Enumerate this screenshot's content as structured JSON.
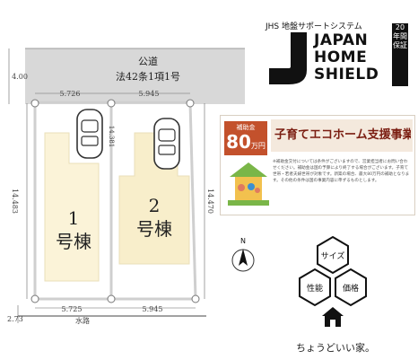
{
  "site_plan": {
    "road_name": "公道",
    "road_law": "法42条1項1号",
    "road_width": "4.00",
    "north_label": "N",
    "waterway_label": "水路",
    "waterway_width": "2.73",
    "top_dim_left": "5.726",
    "top_dim_right": "5.945",
    "bottom_dim_left": "5.725",
    "bottom_dim_right": "5.945",
    "left_depth": "14.483",
    "right_depth": "14.470",
    "middle_depth": "14.381",
    "lot1_number": "1",
    "lot1_label": "号棟",
    "lot2_number": "2",
    "lot2_label": "号棟"
  },
  "jhs_logo": {
    "top_line": "JHS 地盤サポートシステム",
    "word1": "JAPAN",
    "word2": "HOME",
    "word3": "SHIELD",
    "badge": "20年間保証"
  },
  "subsidy_card": {
    "badge_top": "補助金",
    "badge_amount": "80",
    "badge_unit": "万円",
    "title": "子育てエコホーム支援事業対象物件",
    "body": "※補助金交付については条件がございますので、営業担当者にお問い合わせください。補助金は国の予算により終了する場合がございます。子育て世帯・若者夫婦世帯が対象です。新築の場合、最大80万円の補助となります。その他の条件は国の事業内容に準ずるものとします。"
  },
  "choutoii": {
    "hex_labels": [
      "サイズ",
      "性能",
      "価格"
    ],
    "caption": "ちょうどいい家。"
  },
  "colors": {
    "road": "#d8d8d8",
    "lot1_fill": "#fbf3d8",
    "lot2_fill": "#f8eecb",
    "lot_border": "#e8e0c8",
    "subsidy_accent": "#c3512c"
  }
}
